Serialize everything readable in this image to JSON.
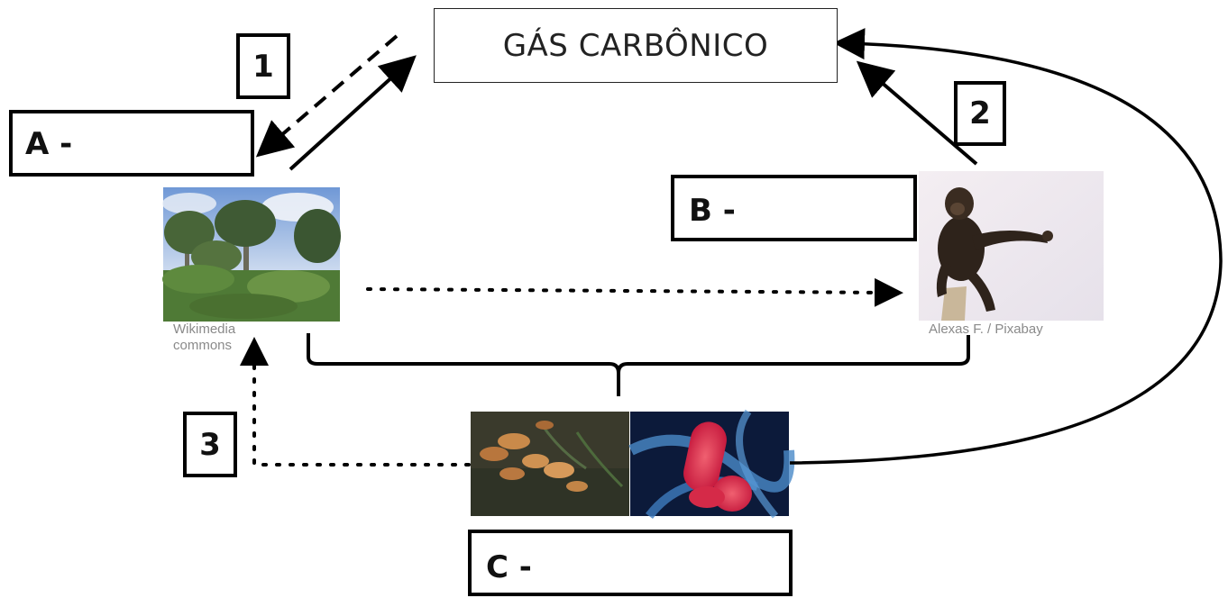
{
  "title": "GÁS CARBÔNICO",
  "numbers": {
    "n1": "1",
    "n2": "2",
    "n3": "3"
  },
  "labels": {
    "a": "A -",
    "b": "B -",
    "c": "C -"
  },
  "credits": {
    "forest_line1": "Wikimedia",
    "forest_line2": "commons",
    "chimp": "Alexas F. / Pixabay"
  },
  "images": {
    "forest": "forest-palm-trees-photo",
    "chimp": "chimpanzee-photo",
    "fungi": "mushrooms-photo",
    "bacteria": "bacteria-micrograph"
  }
}
